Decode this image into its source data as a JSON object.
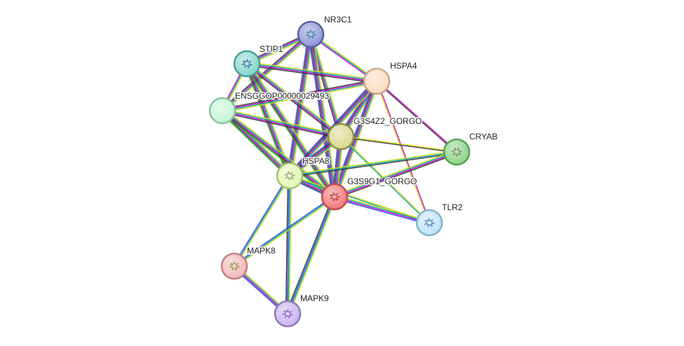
{
  "network": {
    "nodes": [
      {
        "id": "NR3C1",
        "label": "NR3C1",
        "fill": "#8f97d8",
        "stroke": "#55609e",
        "glyph": "#2a7f8f"
      },
      {
        "id": "STIP1",
        "label": "STIP1",
        "fill": "#86d6cc",
        "stroke": "#4c9c92",
        "glyph": "#2a5fa0"
      },
      {
        "id": "HSPA4",
        "label": "HSPA4",
        "fill": "#fcdcbf",
        "stroke": "#c9a685",
        "glyph": ""
      },
      {
        "id": "ENSGGOP00000029493",
        "label": "ENSGGOP00000029493",
        "fill": "#c4f5d7",
        "stroke": "#86c29d",
        "glyph": ""
      },
      {
        "id": "G3S4Z2_GORGO",
        "label": "G3S4Z2_GORGO",
        "fill": "#dbd98f",
        "stroke": "#8f8d4a",
        "glyph": ""
      },
      {
        "id": "CRYAB",
        "label": "CRYAB",
        "fill": "#8ed58a",
        "stroke": "#55a050",
        "glyph": "#6d7a5d"
      },
      {
        "id": "HSPA8",
        "label": "HSPA8",
        "fill": "#e3f7b4",
        "stroke": "#a5bf72",
        "glyph": "#8a9a5a"
      },
      {
        "id": "G3S9G1_GORGO",
        "label": "G3S9G1_GORGO",
        "fill": "#f2797b",
        "stroke": "#c24a4c",
        "glyph": "#b0303a"
      },
      {
        "id": "TLR2",
        "label": "TLR2",
        "fill": "#bfe5f6",
        "stroke": "#82b3cc",
        "glyph": "#3a6fb5"
      },
      {
        "id": "MAPK8",
        "label": "MAPK8",
        "fill": "#f2b9b9",
        "stroke": "#c07f7f",
        "glyph": "#8a8a30"
      },
      {
        "id": "MAPK9",
        "label": "MAPK9",
        "fill": "#c9b5f0",
        "stroke": "#8c78b8",
        "glyph": "#7a4fc0"
      }
    ],
    "edges": [
      {
        "a": "NR3C1",
        "b": "STIP1",
        "colors": [
          "#d7df1a",
          "#00a0a0",
          "#c800c8",
          "#333333"
        ]
      },
      {
        "a": "NR3C1",
        "b": "HSPA4",
        "colors": [
          "#d7df1a",
          "#00a0a0",
          "#c800c8"
        ]
      },
      {
        "a": "NR3C1",
        "b": "ENSGGOP00000029493",
        "colors": [
          "#d7df1a",
          "#00a0a0",
          "#c800c8",
          "#333333"
        ]
      },
      {
        "a": "NR3C1",
        "b": "G3S4Z2_GORGO",
        "colors": [
          "#d7df1a",
          "#00a0a0",
          "#c800c8",
          "#333333"
        ]
      },
      {
        "a": "NR3C1",
        "b": "HSPA8",
        "colors": [
          "#d7df1a",
          "#00a0a0",
          "#c800c8",
          "#333333",
          "#3344dd"
        ]
      },
      {
        "a": "NR3C1",
        "b": "G3S9G1_GORGO",
        "colors": [
          "#d7df1a",
          "#00a0a0",
          "#c800c8",
          "#333333",
          "#3344dd"
        ]
      },
      {
        "a": "STIP1",
        "b": "HSPA4",
        "colors": [
          "#d7df1a",
          "#00a0a0",
          "#c800c8",
          "#333333"
        ]
      },
      {
        "a": "STIP1",
        "b": "ENSGGOP00000029493",
        "colors": [
          "#d7df1a",
          "#00a0a0",
          "#c800c8"
        ]
      },
      {
        "a": "STIP1",
        "b": "G3S4Z2_GORGO",
        "colors": [
          "#d7df1a",
          "#00a0a0",
          "#c800c8",
          "#333333"
        ]
      },
      {
        "a": "STIP1",
        "b": "HSPA8",
        "colors": [
          "#d7df1a",
          "#00a0a0",
          "#c800c8",
          "#333333",
          "#22aa22"
        ]
      },
      {
        "a": "STIP1",
        "b": "G3S9G1_GORGO",
        "colors": [
          "#d7df1a",
          "#00a0a0",
          "#c800c8",
          "#333333",
          "#22aa22"
        ]
      },
      {
        "a": "HSPA4",
        "b": "ENSGGOP00000029493",
        "colors": [
          "#d7df1a",
          "#00a0a0",
          "#c800c8",
          "#333333"
        ]
      },
      {
        "a": "HSPA4",
        "b": "G3S4Z2_GORGO",
        "colors": [
          "#d7df1a",
          "#00a0a0",
          "#c800c8",
          "#333333",
          "#3344dd"
        ]
      },
      {
        "a": "HSPA4",
        "b": "HSPA8",
        "colors": [
          "#d7df1a",
          "#00a0a0",
          "#c800c8",
          "#333333",
          "#3344dd"
        ]
      },
      {
        "a": "HSPA4",
        "b": "G3S9G1_GORGO",
        "colors": [
          "#d7df1a",
          "#00a0a0",
          "#c800c8",
          "#333333",
          "#3344dd"
        ]
      },
      {
        "a": "HSPA4",
        "b": "CRYAB",
        "colors": [
          "#c800c8",
          "#333333"
        ]
      },
      {
        "a": "HSPA4",
        "b": "TLR2",
        "colors": [
          "#c800c8",
          "#d7df1a"
        ]
      },
      {
        "a": "ENSGGOP00000029493",
        "b": "G3S4Z2_GORGO",
        "colors": [
          "#d7df1a",
          "#00a0a0",
          "#c800c8",
          "#333333"
        ]
      },
      {
        "a": "ENSGGOP00000029493",
        "b": "HSPA8",
        "colors": [
          "#d7df1a",
          "#00a0a0",
          "#c800c8",
          "#333333",
          "#22aa22"
        ]
      },
      {
        "a": "ENSGGOP00000029493",
        "b": "G3S9G1_GORGO",
        "colors": [
          "#d7df1a",
          "#00a0a0",
          "#c800c8",
          "#333333",
          "#22aa22"
        ]
      },
      {
        "a": "G3S4Z2_GORGO",
        "b": "HSPA8",
        "colors": [
          "#d7df1a",
          "#00a0a0",
          "#c800c8",
          "#333333",
          "#3344dd"
        ]
      },
      {
        "a": "G3S4Z2_GORGO",
        "b": "G3S9G1_GORGO",
        "colors": [
          "#d7df1a",
          "#00a0a0",
          "#c800c8",
          "#333333",
          "#3344dd"
        ]
      },
      {
        "a": "G3S4Z2_GORGO",
        "b": "CRYAB",
        "colors": [
          "#d7df1a",
          "#333333"
        ]
      },
      {
        "a": "G3S4Z2_GORGO",
        "b": "TLR2",
        "colors": [
          "#d7df1a",
          "#00a0a0"
        ]
      },
      {
        "a": "HSPA8",
        "b": "G3S9G1_GORGO",
        "colors": [
          "#d7df1a",
          "#00a0a0",
          "#c800c8",
          "#333333",
          "#3344dd"
        ]
      },
      {
        "a": "HSPA8",
        "b": "CRYAB",
        "colors": [
          "#d7df1a",
          "#00a0a0",
          "#333333"
        ]
      },
      {
        "a": "HSPA8",
        "b": "TLR2",
        "colors": [
          "#d7df1a",
          "#00a0a0"
        ]
      },
      {
        "a": "HSPA8",
        "b": "MAPK8",
        "colors": [
          "#d7df1a",
          "#00a0a0",
          "#3344dd"
        ]
      },
      {
        "a": "HSPA8",
        "b": "MAPK9",
        "colors": [
          "#d7df1a",
          "#00a0a0",
          "#3344dd",
          "#333333"
        ]
      },
      {
        "a": "G3S9G1_GORGO",
        "b": "CRYAB",
        "colors": [
          "#d7df1a",
          "#00a0a0",
          "#c800c8",
          "#333333"
        ]
      },
      {
        "a": "G3S9G1_GORGO",
        "b": "TLR2",
        "colors": [
          "#d7df1a",
          "#00a0a0",
          "#c800c8",
          "#3344dd"
        ]
      },
      {
        "a": "G3S9G1_GORGO",
        "b": "MAPK8",
        "colors": [
          "#d7df1a",
          "#00a0a0",
          "#3344dd"
        ]
      },
      {
        "a": "G3S9G1_GORGO",
        "b": "MAPK9",
        "colors": [
          "#d7df1a",
          "#00a0a0",
          "#3344dd",
          "#333333"
        ]
      },
      {
        "a": "MAPK8",
        "b": "MAPK9",
        "colors": [
          "#d7df1a",
          "#00a0a0",
          "#c800c8",
          "#3344dd"
        ]
      }
    ]
  }
}
